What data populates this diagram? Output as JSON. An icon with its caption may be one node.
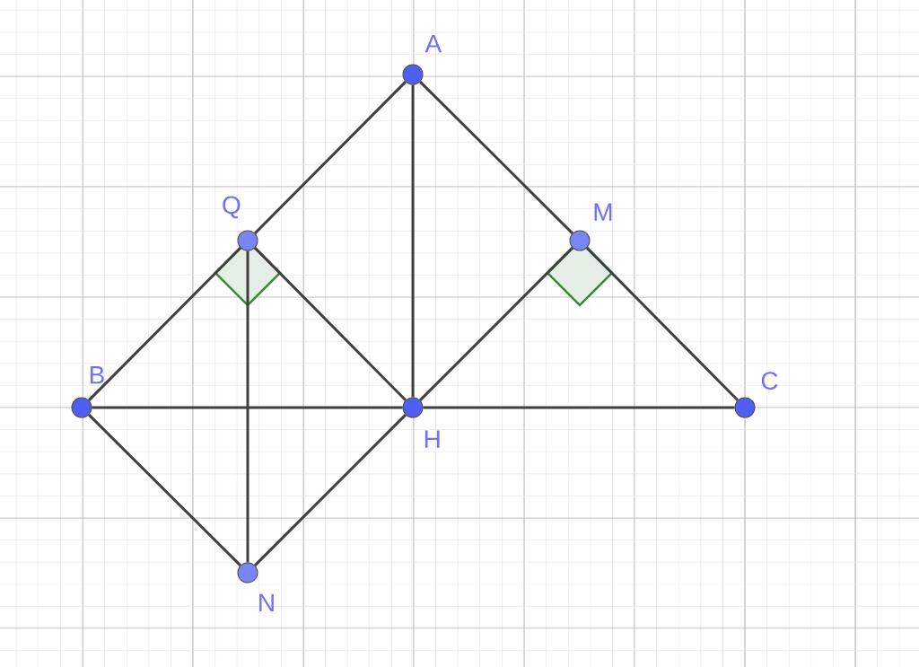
{
  "diagram": {
    "nodes": [
      {
        "text": [
          "A"
        ]
      },
      {
        "text": [
          "Q"
        ]
      },
      {
        "text": [
          "M"
        ]
      },
      {
        "text": [
          "B"
        ]
      },
      {
        "text": [
          "H"
        ]
      },
      {
        "text": [
          "C"
        ]
      },
      {
        "text": [
          "N"
        ]
      }
    ],
    "edges": [
      {
        "from": 0,
        "to": 1,
        "arrow": "none"
      },
      {
        "from": 1,
        "to": 3,
        "arrow": "none"
      },
      {
        "from": 0,
        "to": 2,
        "arrow": "none"
      },
      {
        "from": 2,
        "to": 5,
        "arrow": "none"
      },
      {
        "from": 0,
        "to": 4,
        "arrow": "none"
      },
      {
        "from": 3,
        "to": 4,
        "arrow": "none"
      },
      {
        "from": 4,
        "to": 5,
        "arrow": "none"
      },
      {
        "from": 1,
        "to": 4,
        "arrow": "none"
      },
      {
        "from": 2,
        "to": 4,
        "arrow": "none"
      },
      {
        "from": 1,
        "to": 6,
        "arrow": "none"
      },
      {
        "from": 3,
        "to": 6,
        "arrow": "none"
      },
      {
        "from": 6,
        "to": 4,
        "arrow": "none"
      }
    ]
  }
}
